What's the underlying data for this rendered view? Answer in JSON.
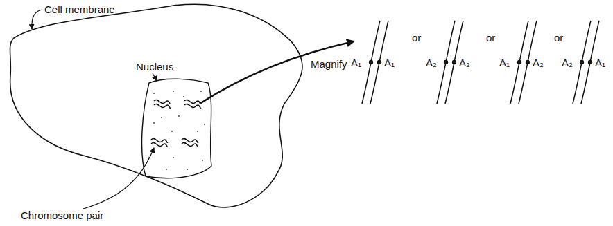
{
  "diagram": {
    "labels": [
      "Cell membrane",
      "Nucleus",
      "Magnify",
      "A₁",
      "A₁",
      "or",
      "A₂",
      "A₂",
      "or",
      "A₁",
      "A₂",
      "or",
      "A₂",
      "A₁",
      "Chromosome pair"
    ]
  }
}
